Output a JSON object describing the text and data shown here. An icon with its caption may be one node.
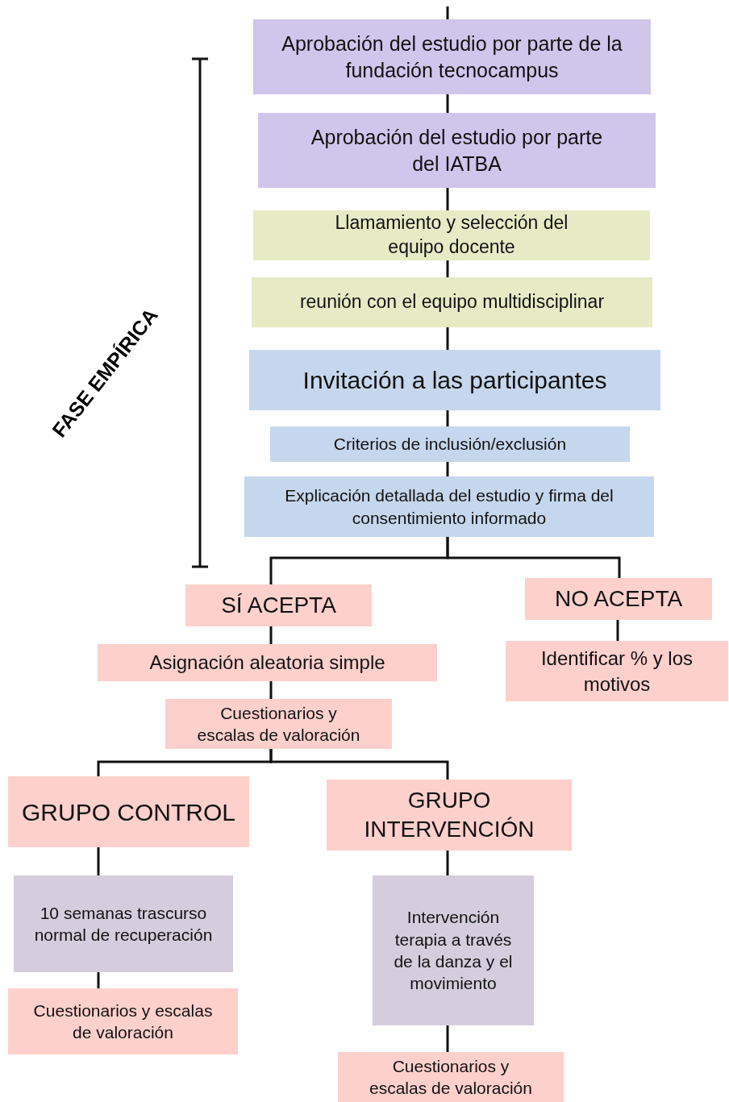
{
  "diagram": {
    "nodes": [
      {
        "text": [
          "Aprobación del estudio por parte de la fundación tecnocampus"
        ]
      },
      {
        "text": [
          "Aprobación del estudio por parte del IATBA"
        ]
      },
      {
        "text": [
          "Llamamiento y selección del equipo docente"
        ]
      },
      {
        "text": [
          "reunión con el equipo multidisciplinar"
        ]
      },
      {
        "text": [
          "Invitación a las participantes"
        ]
      },
      {
        "text": [
          "Criterios de inclusión/exclusión"
        ]
      },
      {
        "text": [
          "Explicación detallada del estudio y firma del consentimiento informado"
        ]
      },
      {
        "text": [
          "SÍ ACEPTA"
        ]
      },
      {
        "text": [
          "NO ACEPTA"
        ]
      },
      {
        "text": [
          "Identificar % y los motivos"
        ]
      },
      {
        "text": [
          "Asignación aleatoria simple"
        ]
      },
      {
        "text": [
          "Cuestionarios y escalas de valoración"
        ]
      },
      {
        "text": [
          "GRUPO CONTROL"
        ]
      },
      {
        "text": [
          "GRUPO INTERVENCIÓN"
        ]
      },
      {
        "text": [
          "10 semanas trascurso normal de recuperación"
        ]
      },
      {
        "text": [
          "Cuestionarios y escalas de valoración"
        ]
      },
      {
        "text": [
          "Intervención terapia a través de la danza y el movimiento"
        ]
      },
      {
        "text": [
          "Cuestionarios y escalas de valoración"
        ]
      }
    ],
    "edges": [
      {
        "from": null,
        "to": 0,
        "arrow": "none"
      },
      {
        "from": 0,
        "to": 1,
        "arrow": "none"
      },
      {
        "from": 1,
        "to": 2,
        "arrow": "none"
      },
      {
        "from": 2,
        "to": 3,
        "arrow": "none"
      },
      {
        "from": 3,
        "to": 4,
        "arrow": "none"
      },
      {
        "from": 4,
        "to": 5,
        "arrow": "none"
      },
      {
        "from": 5,
        "to": 6,
        "arrow": "none"
      },
      {
        "from": 6,
        "to": 7,
        "arrow": "none"
      },
      {
        "from": 6,
        "to": 8,
        "arrow": "none"
      },
      {
        "from": 8,
        "to": 9,
        "arrow": "none"
      },
      {
        "from": 7,
        "to": 10,
        "arrow": "none"
      },
      {
        "from": 10,
        "to": 11,
        "arrow": "none"
      },
      {
        "from": 11,
        "to": 12,
        "arrow": "none"
      },
      {
        "from": 11,
        "to": 13,
        "arrow": "none"
      },
      {
        "from": 12,
        "to": 14,
        "arrow": "none"
      },
      {
        "from": 14,
        "to": 15,
        "arrow": "none"
      },
      {
        "from": 13,
        "to": 16,
        "arrow": "none"
      },
      {
        "from": 16,
        "to": 17,
        "arrow": "none"
      }
    ],
    "labels": [
      "FASE EMPÍRICA"
    ]
  }
}
